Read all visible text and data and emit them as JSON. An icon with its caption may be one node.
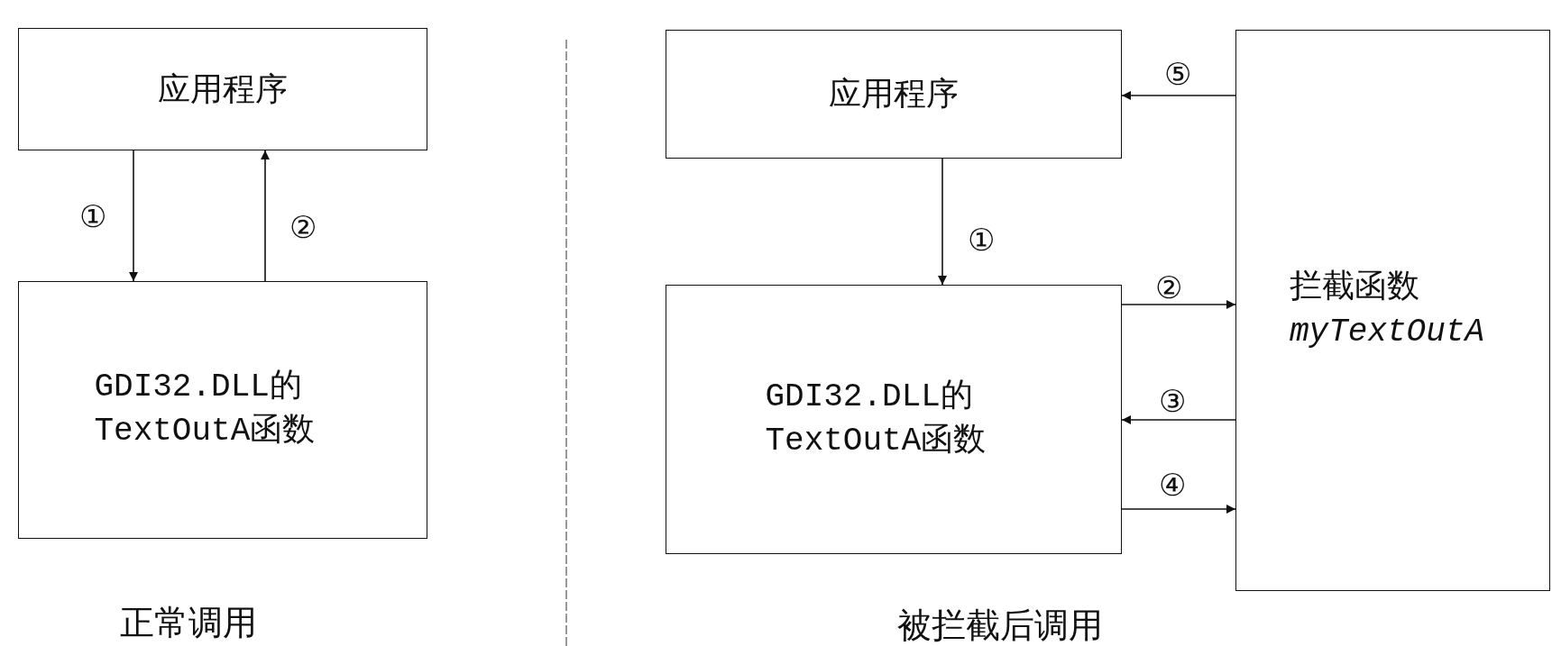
{
  "diagram": {
    "nodes": [
      {
        "text": [
          "应用程序"
        ]
      },
      {
        "text": [
          "GDI32.DLL的TextOutA函数"
        ]
      },
      {
        "text": [
          "应用程序"
        ]
      },
      {
        "text": [
          "GDI32.DLL的TextOutA函数"
        ]
      },
      {
        "text": [
          "拦截函数",
          "myTextOutA"
        ]
      }
    ],
    "edges": [
      {
        "from": 0,
        "to": 1,
        "arrow": "to",
        "label": "①"
      },
      {
        "from": 1,
        "to": 0,
        "arrow": "to",
        "label": "②"
      },
      {
        "from": 2,
        "to": 3,
        "arrow": "to",
        "label": "①"
      },
      {
        "from": 3,
        "to": 4,
        "arrow": "to",
        "label": "②"
      },
      {
        "from": 4,
        "to": 3,
        "arrow": "to",
        "label": "③"
      },
      {
        "from": 3,
        "to": 4,
        "arrow": "to",
        "label": "④"
      },
      {
        "from": 4,
        "to": 2,
        "arrow": "to",
        "label": "⑤"
      }
    ],
    "labels": [
      "正常调用",
      "被拦截后调用"
    ]
  }
}
